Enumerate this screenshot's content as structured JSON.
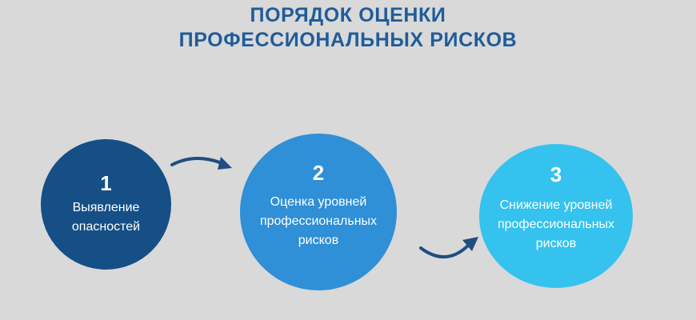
{
  "title": {
    "line1": "ПОРЯДОК ОЦЕНКИ",
    "line2": "ПРОФЕССИОНАЛЬНЫХ РИСКОВ"
  },
  "steps": [
    {
      "number": "1",
      "label": "Выявление опасностей",
      "color": "#154f86"
    },
    {
      "number": "2",
      "label": "Оценка уровней профессиональных рисков",
      "color": "#2f8fd7"
    },
    {
      "number": "3",
      "label": "Снижение уровней профессиональных рисков",
      "color": "#35c2ef"
    }
  ],
  "colors": {
    "background": "#d9d9d9",
    "title": "#1f5c99",
    "arrow": "#1f4e80"
  }
}
